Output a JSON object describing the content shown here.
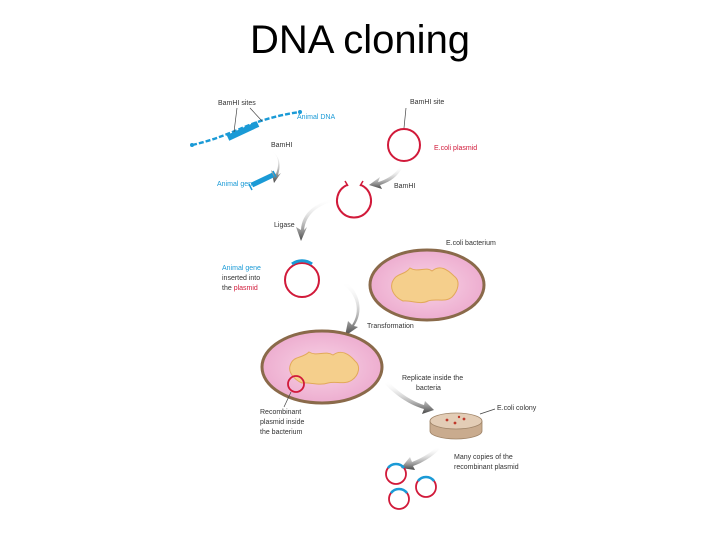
{
  "title": "DNA cloning",
  "labels": {
    "bamhi_sites": "BamHI sites",
    "animal_dna": "Animal DNA",
    "bamhi_1": "BamHI",
    "animal_gene": "Animal gene",
    "bamhi_site": "BamHI site",
    "ecoli_plasmid": "E.coli plasmid",
    "bamhi_2": "BamHI",
    "ligase": "Ligase",
    "inserted_line1_blue": "Animal gene",
    "inserted_line2": "inserted into",
    "inserted_line3_prefix": "the ",
    "inserted_line3_red": "plasmid",
    "ecoli_bacterium": "E.coli bacterium",
    "transformation": "Transformation",
    "replicate_line1": "Replicate inside the",
    "replicate_line2": "bacteria",
    "recombinant_line1": "Recombinant",
    "recombinant_line2": "plasmid inside",
    "recombinant_line3": "the bacterium",
    "ecoli_colony": "E.coli colony",
    "many_copies_line1": "Many copies of the",
    "many_copies_line2": "recombinant plasmid"
  },
  "colors": {
    "dna_blue": "#1a9ad6",
    "plasmid_red": "#d11a3a",
    "bacterium_pink": "#f2b6d6",
    "bacterium_border": "#8a6a4a",
    "chromosome_yellow": "#f5cf8c",
    "petri_dish": "#d9c1a8",
    "arrow_gray": "#555555"
  }
}
